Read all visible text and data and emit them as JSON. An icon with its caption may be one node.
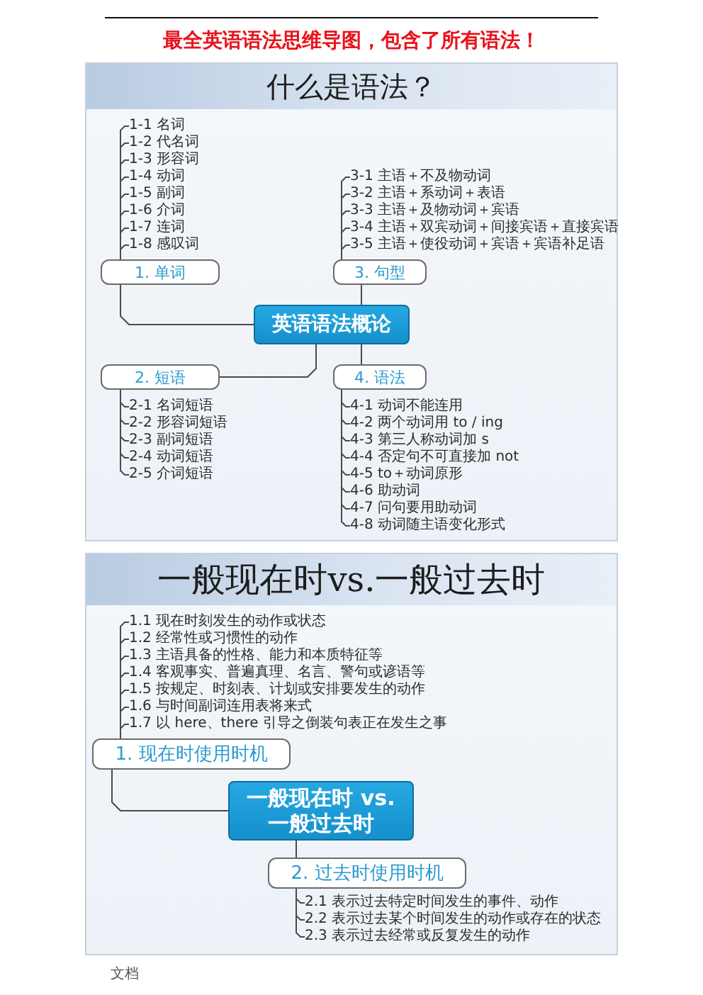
{
  "diagram": {
    "title": "最全英语语法思维导图，包含了所有语法！",
    "nodes": [
      {
        "text": [
          "什么是语法？"
        ]
      },
      {
        "text": [
          "英语语法概论"
        ],
        "in": 0
      },
      {
        "text": [
          "1. 单词"
        ],
        "in": 0
      },
      {
        "text": [
          "1-1 名词"
        ],
        "in": 0
      },
      {
        "text": [
          "1-2 代名词"
        ],
        "in": 0
      },
      {
        "text": [
          "1-3 形容词"
        ],
        "in": 0
      },
      {
        "text": [
          "1-4 动词"
        ],
        "in": 0
      },
      {
        "text": [
          "1-5 副词"
        ],
        "in": 0
      },
      {
        "text": [
          "1-6 介词"
        ],
        "in": 0
      },
      {
        "text": [
          "1-7 连词"
        ],
        "in": 0
      },
      {
        "text": [
          "1-8 感叹词"
        ],
        "in": 0
      },
      {
        "text": [
          "2. 短语"
        ],
        "in": 0
      },
      {
        "text": [
          "2-1 名词短语"
        ],
        "in": 0
      },
      {
        "text": [
          "2-2 形容词短语"
        ],
        "in": 0
      },
      {
        "text": [
          "2-3 副词短语"
        ],
        "in": 0
      },
      {
        "text": [
          "2-4 动词短语"
        ],
        "in": 0
      },
      {
        "text": [
          "2-5 介词短语"
        ],
        "in": 0
      },
      {
        "text": [
          "3. 句型"
        ],
        "in": 0
      },
      {
        "text": [
          "3-1 主语＋不及物动词"
        ],
        "in": 0
      },
      {
        "text": [
          "3-2 主语＋系动词＋表语"
        ],
        "in": 0
      },
      {
        "text": [
          "3-3 主语＋及物动词＋宾语"
        ],
        "in": 0
      },
      {
        "text": [
          "3-4 主语＋双宾动词＋间接宾语＋直接宾语"
        ],
        "in": 0
      },
      {
        "text": [
          "3-5 主语＋使役动词＋宾语＋宾语补足语"
        ],
        "in": 0
      },
      {
        "text": [
          "4. 语法"
        ],
        "in": 0
      },
      {
        "text": [
          "4-1 动词不能连用"
        ],
        "in": 0
      },
      {
        "text": [
          "4-2 两个动词用 to / ing"
        ],
        "in": 0
      },
      {
        "text": [
          "4-3 第三人称动词加 s"
        ],
        "in": 0
      },
      {
        "text": [
          "4-4 否定句不可直接加 not"
        ],
        "in": 0
      },
      {
        "text": [
          "4-5 to＋动词原形"
        ],
        "in": 0
      },
      {
        "text": [
          "4-6 助动词"
        ],
        "in": 0
      },
      {
        "text": [
          "4-7 问句要用助动词"
        ],
        "in": 0
      },
      {
        "text": [
          "4-8 动词随主语变化形式"
        ],
        "in": 0
      },
      {
        "text": [
          "一般现在时vs.一般过去时"
        ]
      },
      {
        "text": [
          "一般现在时 vs.一般过去时"
        ],
        "in": 32
      },
      {
        "text": [
          "1. 现在时使用时机"
        ],
        "in": 32
      },
      {
        "text": [
          "1.1 现在时刻发生的动作或状态"
        ],
        "in": 32
      },
      {
        "text": [
          "1.2 经常性或习惯性的动作"
        ],
        "in": 32
      },
      {
        "text": [
          "1.3 主语具备的性格、能力和本质特征等"
        ],
        "in": 32
      },
      {
        "text": [
          "1.4 客观事实、普遍真理、名言、警句或谚语等"
        ],
        "in": 32
      },
      {
        "text": [
          "1.5 按规定、时刻表、计划或安排要发生的动作"
        ],
        "in": 32
      },
      {
        "text": [
          "1.6 与时间副词连用表将来式"
        ],
        "in": 32
      },
      {
        "text": [
          "1.7 以 here、there 引导之倒装句表正在发生之事"
        ],
        "in": 32
      },
      {
        "text": [
          "2. 过去时使用时机"
        ],
        "in": 32
      },
      {
        "text": [
          "2.1 表示过去特定时间发生的事件、动作"
        ],
        "in": 32
      },
      {
        "text": [
          "2.2 表示过去某个时间发生的动作或存在的状态"
        ],
        "in": 32
      },
      {
        "text": [
          "2.3 表示过去经常或反复发生的动作"
        ],
        "in": 32
      }
    ],
    "edges": [
      {
        "from": 1,
        "to": 2,
        "arrow": "none"
      },
      {
        "from": 1,
        "to": 11,
        "arrow": "none"
      },
      {
        "from": 1,
        "to": 17,
        "arrow": "none"
      },
      {
        "from": 1,
        "to": 23,
        "arrow": "none"
      },
      {
        "from": 2,
        "to": 3,
        "arrow": "none"
      },
      {
        "from": 2,
        "to": 4,
        "arrow": "none"
      },
      {
        "from": 2,
        "to": 5,
        "arrow": "none"
      },
      {
        "from": 2,
        "to": 6,
        "arrow": "none"
      },
      {
        "from": 2,
        "to": 7,
        "arrow": "none"
      },
      {
        "from": 2,
        "to": 8,
        "arrow": "none"
      },
      {
        "from": 2,
        "to": 9,
        "arrow": "none"
      },
      {
        "from": 2,
        "to": 10,
        "arrow": "none"
      },
      {
        "from": 11,
        "to": 12,
        "arrow": "none"
      },
      {
        "from": 11,
        "to": 13,
        "arrow": "none"
      },
      {
        "from": 11,
        "to": 14,
        "arrow": "none"
      },
      {
        "from": 11,
        "to": 15,
        "arrow": "none"
      },
      {
        "from": 11,
        "to": 16,
        "arrow": "none"
      },
      {
        "from": 17,
        "to": 18,
        "arrow": "none"
      },
      {
        "from": 17,
        "to": 19,
        "arrow": "none"
      },
      {
        "from": 17,
        "to": 20,
        "arrow": "none"
      },
      {
        "from": 17,
        "to": 21,
        "arrow": "none"
      },
      {
        "from": 17,
        "to": 22,
        "arrow": "none"
      },
      {
        "from": 23,
        "to": 24,
        "arrow": "none"
      },
      {
        "from": 23,
        "to": 25,
        "arrow": "none"
      },
      {
        "from": 23,
        "to": 26,
        "arrow": "none"
      },
      {
        "from": 23,
        "to": 27,
        "arrow": "none"
      },
      {
        "from": 23,
        "to": 28,
        "arrow": "none"
      },
      {
        "from": 23,
        "to": 29,
        "arrow": "none"
      },
      {
        "from": 23,
        "to": 30,
        "arrow": "none"
      },
      {
        "from": 23,
        "to": 31,
        "arrow": "none"
      },
      {
        "from": 33,
        "to": 34,
        "arrow": "none"
      },
      {
        "from": 33,
        "to": 42,
        "arrow": "none"
      },
      {
        "from": 34,
        "to": 35,
        "arrow": "none"
      },
      {
        "from": 34,
        "to": 36,
        "arrow": "none"
      },
      {
        "from": 34,
        "to": 37,
        "arrow": "none"
      },
      {
        "from": 34,
        "to": 38,
        "arrow": "none"
      },
      {
        "from": 34,
        "to": 39,
        "arrow": "none"
      },
      {
        "from": 34,
        "to": 40,
        "arrow": "none"
      },
      {
        "from": 34,
        "to": 41,
        "arrow": "none"
      },
      {
        "from": 42,
        "to": 43,
        "arrow": "none"
      },
      {
        "from": 42,
        "to": 44,
        "arrow": "none"
      },
      {
        "from": 42,
        "to": 45,
        "arrow": "none"
      }
    ],
    "labels": [
      "文档"
    ]
  }
}
